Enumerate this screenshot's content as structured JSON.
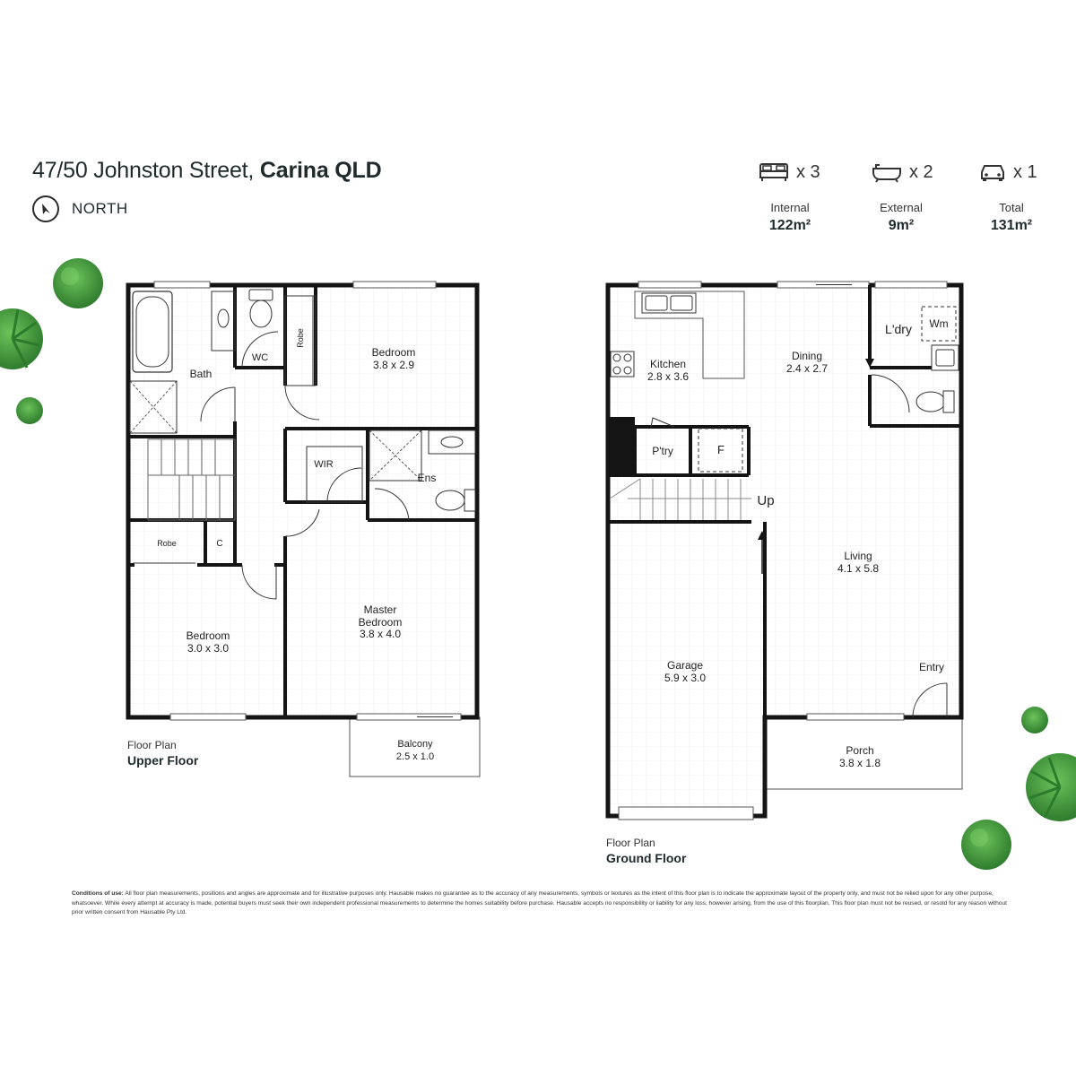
{
  "header": {
    "address_street": "47/50 Johnston Street,",
    "address_suburb": "Carina QLD",
    "north_label": "NORTH"
  },
  "summary": {
    "bedrooms": "x 3",
    "bathrooms": "x 2",
    "cars": "x 1",
    "internal_label": "Internal",
    "internal_value": "122m²",
    "external_label": "External",
    "external_value": "9m²",
    "total_label": "Total",
    "total_value": "131m²"
  },
  "upper_floor": {
    "caption_small": "Floor Plan",
    "caption_big": "Upper Floor",
    "bath": "Bath",
    "wc": "WC",
    "robe_top": "Robe",
    "bedroom1_name": "Bedroom",
    "bedroom1_size": "3.8 x 2.9",
    "wir": "WIR",
    "ens": "Ens",
    "robe_left": "Robe",
    "cupboard": "C",
    "bedroom2_name": "Bedroom",
    "bedroom2_size": "3.0 x 3.0",
    "master_line1": "Master",
    "master_line2": "Bedroom",
    "master_size": "3.8 x 4.0",
    "balcony_name": "Balcony",
    "balcony_size": "2.5 x 1.0"
  },
  "ground_floor": {
    "caption_small": "Floor Plan",
    "caption_big": "Ground Floor",
    "kitchen_name": "Kitchen",
    "kitchen_size": "2.8 x 3.6",
    "dining_name": "Dining",
    "dining_size": "2.4 x 2.7",
    "laundry": "L'dry",
    "wm": "Wm",
    "pantry": "P'try",
    "fridge": "F",
    "up": "Up",
    "living_name": "Living",
    "living_size": "4.1 x 5.8",
    "garage_name": "Garage",
    "garage_size": "5.9 x 3.0",
    "entry": "Entry",
    "porch_name": "Porch",
    "porch_size": "3.8 x 1.8"
  },
  "conditions": {
    "title": "Conditions of use:",
    "text": "All floor plan measurements, positions and angles are approximate and for illustrative purposes only. Hausable makes no guarantee as to the accuracy of any measurements, symbols or textures as the intent of this floor plan is to indicate the approximate layout of the property only, and must not be relied upon for any other purpose, whatsoever. While every attempt at accuracy is made, potential buyers must seek their own independent professional measurements to determine the homes suitability before purchase. Hausable accepts no responsibility or liability for any loss, however arising, from the use of this floorplan. This floor plan must not be reused, or resold for any reason without prior written consent from Hausable Pty Ltd."
  },
  "colors": {
    "wall": "#141414",
    "tree": "#3f9b3a",
    "grid": "#eeeeee",
    "text": "#1f2a2c"
  },
  "icons": [
    "compass-icon",
    "bed-icon",
    "bath-icon",
    "car-icon",
    "tree-icon"
  ]
}
